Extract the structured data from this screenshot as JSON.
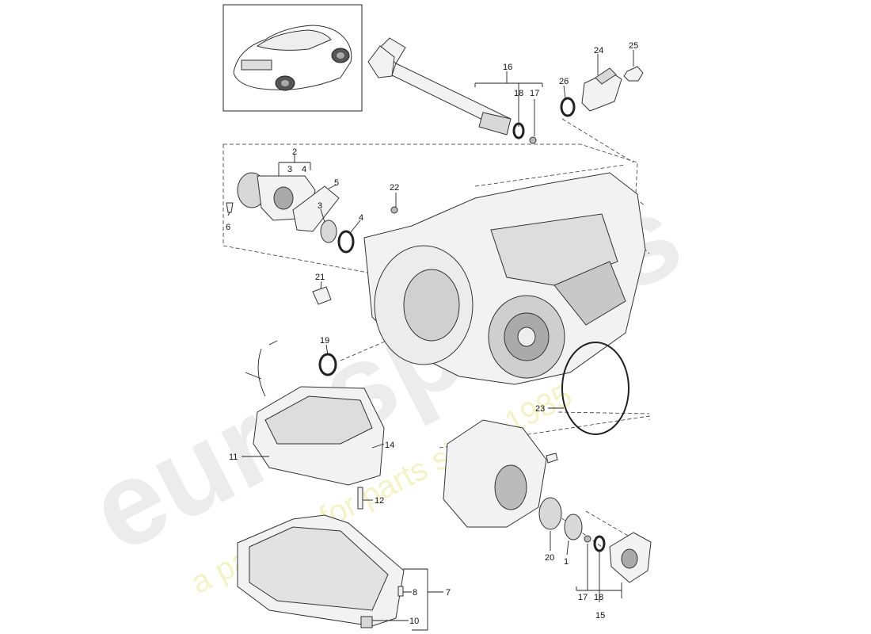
{
  "watermark": {
    "brand": "eurospares",
    "slogan": "a passion for parts since 1985"
  },
  "callouts": {
    "c1": "1",
    "c2": "2",
    "c3a": "3",
    "c4a": "4",
    "c3b": "3",
    "c4b": "4",
    "c5": "5",
    "c6": "6",
    "c7": "7",
    "c8": "8",
    "c10": "10",
    "c11": "11",
    "c12": "12",
    "c14": "14",
    "c15": "15",
    "c16": "16",
    "c17a": "17",
    "c17b": "17",
    "c18a": "18",
    "c18b": "18",
    "c19": "19",
    "c20": "20",
    "c21": "21",
    "c22": "22",
    "c23": "23",
    "c24": "24",
    "c25": "25",
    "c26": "26"
  }
}
